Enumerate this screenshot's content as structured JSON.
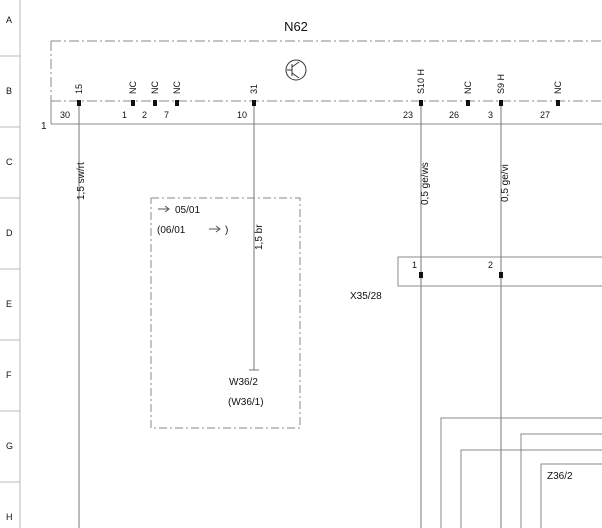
{
  "row_labels": [
    "A",
    "B",
    "C",
    "D",
    "E",
    "F",
    "G",
    "H"
  ],
  "module": {
    "name": "N62",
    "bus_number": "1"
  },
  "pins": [
    {
      "num": "30",
      "func": "15"
    },
    {
      "num": "1",
      "func": "NC"
    },
    {
      "num": "2",
      "func": "NC"
    },
    {
      "num": "7",
      "func": "NC"
    },
    {
      "num": "10",
      "func": "31"
    },
    {
      "num": "23",
      "func": "S10 H"
    },
    {
      "num": "26",
      "func": "NC"
    },
    {
      "num": "3",
      "func": "S9 H"
    },
    {
      "num": "27",
      "func": "NC"
    }
  ],
  "wires": [
    {
      "label": "1,5 sw/rt"
    },
    {
      "label": "1,5 br"
    },
    {
      "label": "0,5 ge/ws"
    },
    {
      "label": "0,5 ge/vi"
    }
  ],
  "validity_box": {
    "line1_label": "05/01",
    "line2_label": "(06/01",
    "line2_suffix": ")"
  },
  "ground_point": {
    "name": "W36/2",
    "alt_name": "(W36/1)"
  },
  "connector": {
    "name": "X35/28",
    "pin1": "1",
    "pin2": "2"
  },
  "bottom_module": {
    "name": "Z36/2"
  }
}
